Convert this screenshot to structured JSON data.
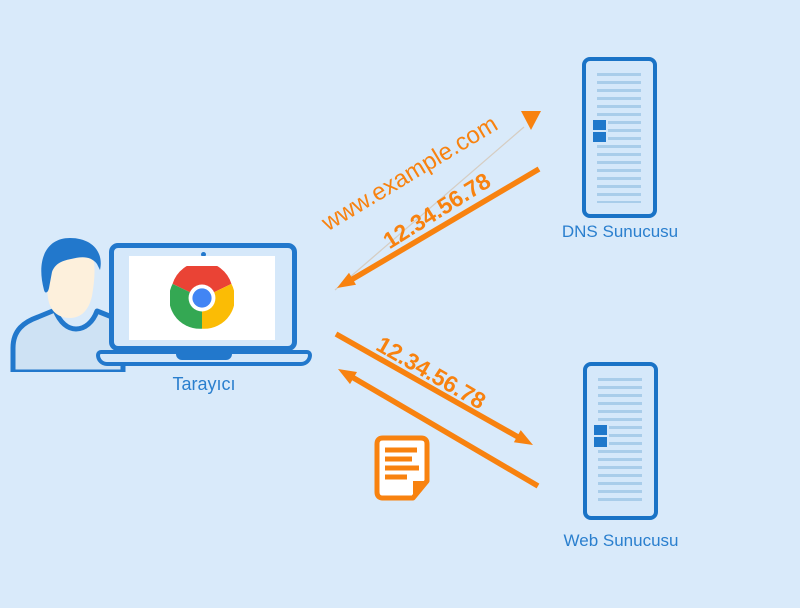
{
  "nodes": {
    "browser": {
      "label": "Tarayıcı"
    },
    "dns_server": {
      "label": "DNS Sunucusu"
    },
    "web_server": {
      "label": "Web Sunucusu"
    }
  },
  "messages": {
    "dns_request": "www.example.com",
    "dns_response": "12.34.56.78",
    "web_request": "12.34.56.78"
  },
  "icons": {
    "user": "user-icon",
    "laptop": "laptop-icon",
    "chrome": "chrome-logo-icon",
    "dns_server": "server-rack-icon",
    "web_server": "server-rack-icon",
    "web_response": "web-page-document-icon"
  },
  "colors": {
    "background": "#d9eafa",
    "outline_blue": "#2278cc",
    "server_blue": "#1a73c6",
    "fill_light": "#d5e8fa",
    "label_blue": "#2a7fce",
    "arrow_orange": "#f8820f",
    "face_skin": "#fdf0dc",
    "chrome_red": "#ea4335",
    "chrome_green": "#34a853",
    "chrome_yellow": "#fbbc05",
    "chrome_blue": "#4285f4"
  }
}
